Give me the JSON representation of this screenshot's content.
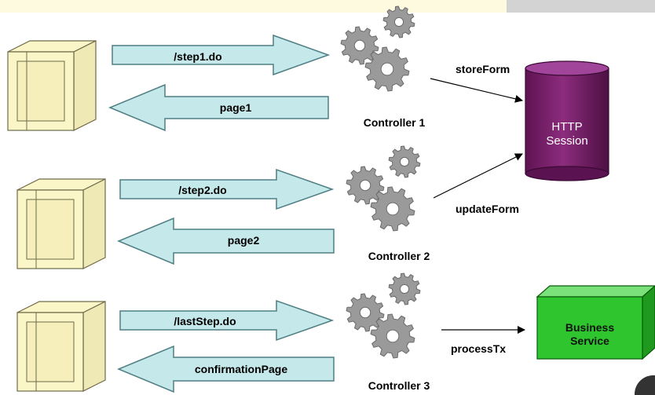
{
  "rows": [
    {
      "request": "/step1.do",
      "response": "page1",
      "controller": "Controller 1"
    },
    {
      "request": "/step2.do",
      "response": "page2",
      "controller": "Controller 2"
    },
    {
      "request": "/lastStep.do",
      "response": "confirmationPage",
      "controller": "Controller 3"
    }
  ],
  "session": {
    "line1": "HTTP",
    "line2": "Session"
  },
  "service": {
    "line1": "Business",
    "line2": "Service"
  },
  "edges": {
    "store": "storeForm",
    "update": "updateForm",
    "process": "processTx"
  },
  "colors": {
    "arrow_fill": "#c5e8ea",
    "arrow_stroke": "#4f7f84",
    "monitor_fill": "#fbf6c8",
    "monitor_stroke": "#6f6a4a",
    "gear": "#9a9a9a",
    "cylinder": "#7a1f6b",
    "service_box": "#2ec52e"
  }
}
